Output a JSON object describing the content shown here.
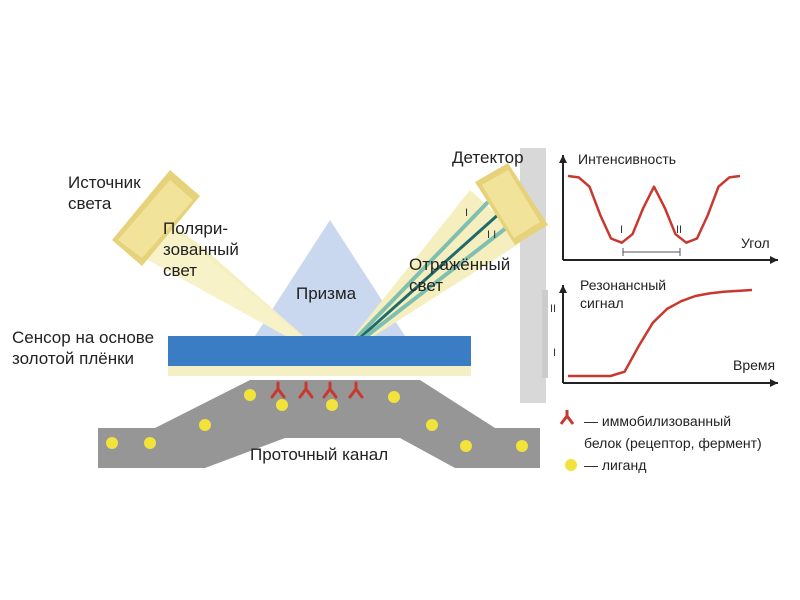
{
  "labels": {
    "light_source": "Источник\nсвета",
    "polarized": "Поляри-\nзованный\nсвет",
    "prism": "Призма",
    "detector": "Детектор",
    "reflected": "Отражённый\nсвет",
    "sensor": "Сенсор на основе\nзолотой плёнки",
    "channel": "Проточный канал",
    "beam_mark_1": "I",
    "beam_mark_2": "I I"
  },
  "chart_top": {
    "ylabel": "Интенсивность",
    "xlabel": "Угол",
    "marker_1": "I",
    "marker_2": "II"
  },
  "chart_bottom": {
    "ylabel": "Резонансный\nсигнал",
    "xlabel": "Время",
    "level_1": "I",
    "level_2": "II"
  },
  "legend": {
    "receptor": "— иммобилизованный\nбелок (рецептор, фермент)",
    "ligand": "— лиганд"
  },
  "colors": {
    "source_yellow": "#e6d27a",
    "beam_fill": "#f5efbf",
    "prism": "#c9d8ee",
    "gold_film": "#3b7dc4",
    "film_under": "#f4efc4",
    "channel": "#969696",
    "ligand": "#f2e23c",
    "receptor": "#c8382e",
    "curve": "#c8382e",
    "reflected_dark": "#1f6b6b",
    "reflected_light": "#7fbfb0",
    "detector_shade": "#d8d8d8"
  },
  "chart_data": [
    {
      "type": "line",
      "title": "",
      "ylabel": "Интенсивность",
      "xlabel": "Угол",
      "series": [
        {
          "values": [
            1.0,
            0.98,
            0.85,
            0.45,
            0.12,
            0.06,
            0.18,
            0.55,
            0.85,
            0.55,
            0.18,
            0.06,
            0.12,
            0.45,
            0.85,
            0.98,
            1.0
          ]
        }
      ],
      "annotations": [
        "I",
        "II"
      ]
    },
    {
      "type": "line",
      "title": "",
      "ylabel": "Резонансный\nсигнал",
      "xlabel": "Время",
      "series": [
        {
          "values": [
            0.0,
            0.0,
            0.0,
            0.0,
            0.05,
            0.35,
            0.62,
            0.78,
            0.87,
            0.93,
            0.96,
            0.98,
            0.99,
            1.0
          ]
        }
      ],
      "levels": [
        "I",
        "II"
      ]
    }
  ]
}
